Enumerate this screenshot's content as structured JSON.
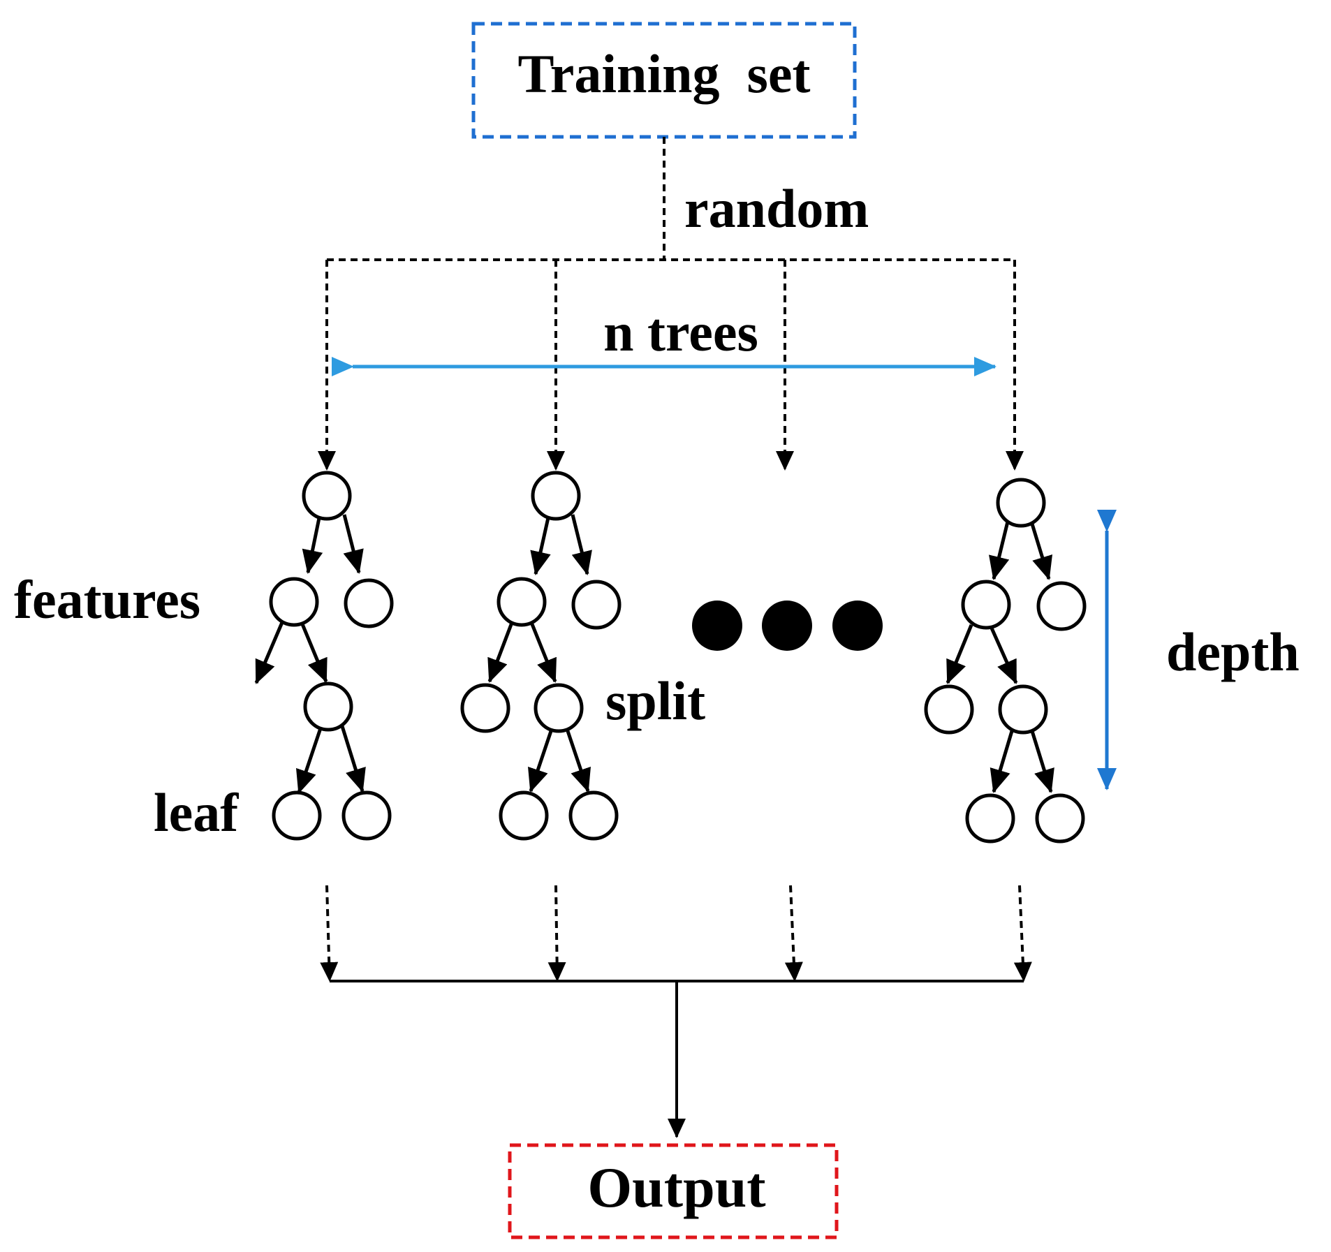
{
  "colors": {
    "training_box": "#1f6fd1",
    "output_box": "#e0161b",
    "n_trees_arrow": "#2e9be0",
    "depth_arrow": "#1f78d1",
    "ink": "#000000"
  },
  "labels": {
    "training_set": "Training  set",
    "random": "random",
    "n_trees": "n trees",
    "features": "features",
    "split": "split",
    "leaf": "leaf",
    "depth": "depth",
    "output": "Output"
  },
  "ellipsis": "dots-ellipsis"
}
